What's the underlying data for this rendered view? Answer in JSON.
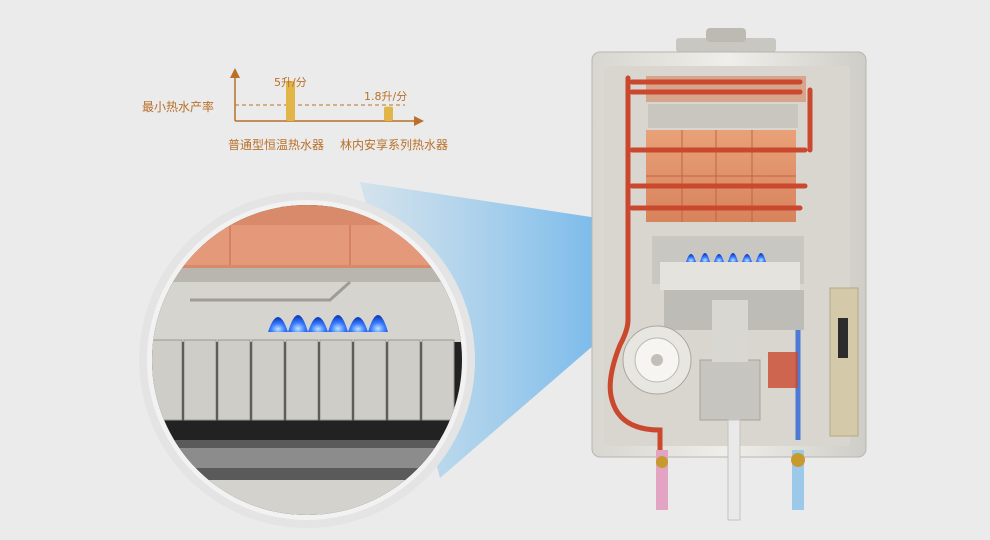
{
  "chart": {
    "y_label": "最小热水产率",
    "categories": [
      "普通型恒温热水器",
      "林内安享系列热水器"
    ],
    "value_labels": [
      "5升/分",
      "1.8升/分"
    ]
  },
  "chart_data": {
    "type": "bar",
    "ylabel": "最小热水产率",
    "categories": [
      "普通型恒温热水器",
      "林内安享系列热水器"
    ],
    "value_labels": [
      "5升/分",
      "1.8升/分"
    ],
    "values": [
      5,
      1.8
    ]
  },
  "colors": {
    "accent": "#b8702a",
    "bar": "#e2b548",
    "flame": "#2f6cf0",
    "pipe": "#c9482e",
    "background": "#ebebeb"
  }
}
